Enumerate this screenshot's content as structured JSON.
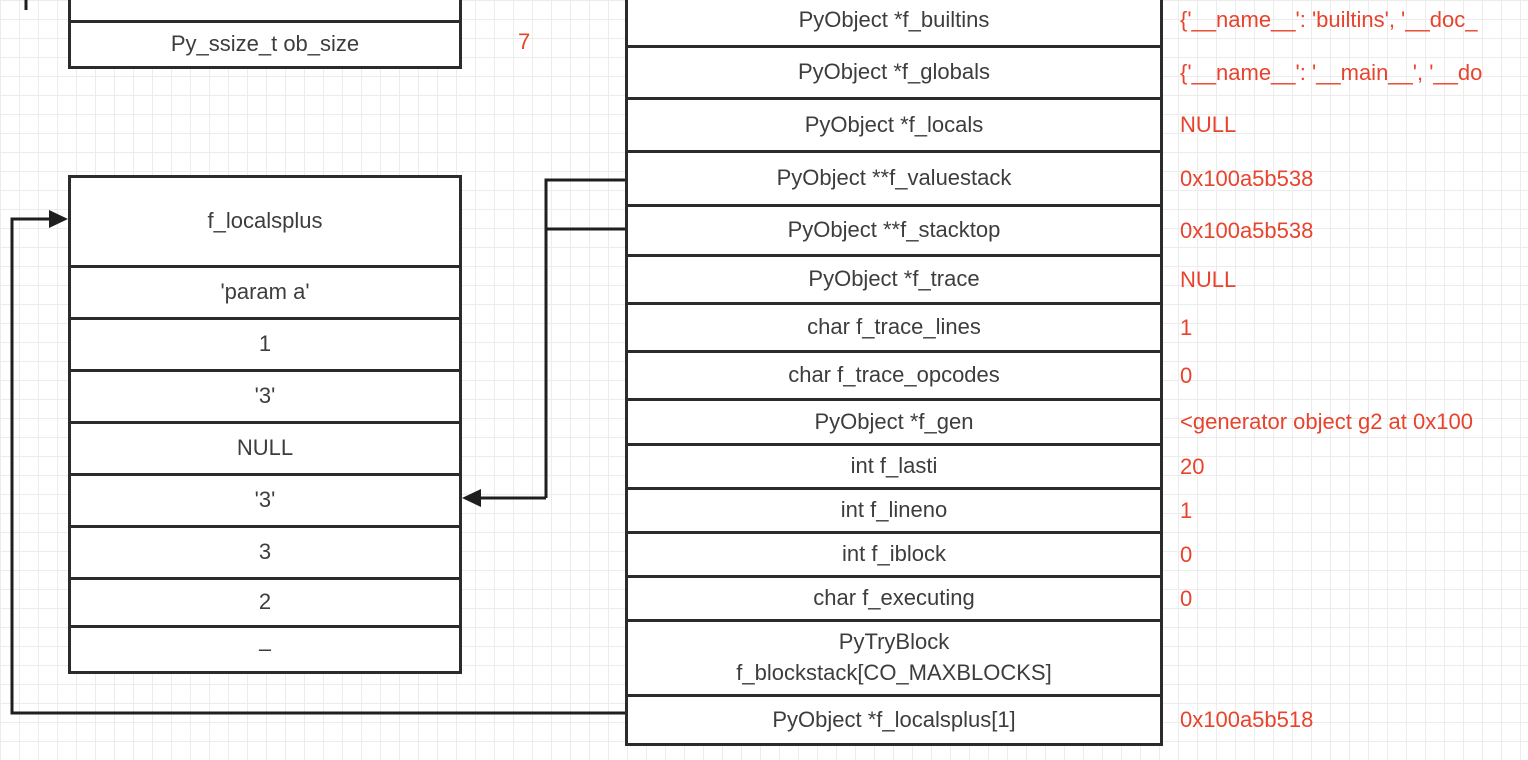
{
  "colors": {
    "border": "#2b2b2b",
    "text": "#3d3d3d",
    "value_red": "#e8432d",
    "grid": "#ececec",
    "background": "#ffffff"
  },
  "top_left_box": {
    "rows": [
      {
        "label": "",
        "value": ""
      },
      {
        "label": "Py_ssize_t ob_size",
        "value": "7"
      }
    ]
  },
  "left_box": {
    "rows": [
      "f_localsplus",
      "'param a'",
      "1",
      "'3'",
      "NULL",
      "'3'",
      "3",
      "2",
      "–"
    ]
  },
  "right_table": {
    "rows": [
      {
        "label": "PyObject *f_builtins",
        "value": "{'__name__': 'builtins', '__doc_"
      },
      {
        "label": "PyObject *f_globals",
        "value": "{'__name__': '__main__', '__do"
      },
      {
        "label": "PyObject *f_locals",
        "value": "NULL"
      },
      {
        "label": "PyObject **f_valuestack",
        "value": "0x100a5b538"
      },
      {
        "label": "PyObject **f_stacktop",
        "value": "0x100a5b538"
      },
      {
        "label": "PyObject *f_trace",
        "value": "NULL"
      },
      {
        "label": "char f_trace_lines",
        "value": "1"
      },
      {
        "label": "char f_trace_opcodes",
        "value": "0"
      },
      {
        "label": "PyObject *f_gen",
        "value": "<generator object g2 at 0x100"
      },
      {
        "label": "int f_lasti",
        "value": "20"
      },
      {
        "label": "int f_lineno",
        "value": "1"
      },
      {
        "label": "int f_iblock",
        "value": "0"
      },
      {
        "label": "char f_executing",
        "value": "0"
      },
      {
        "label": "PyTryBlock\nf_blockstack[CO_MAXBLOCKS]",
        "value": ""
      },
      {
        "label": "PyObject *f_localsplus[1]",
        "value": "0x100a5b518"
      }
    ]
  }
}
